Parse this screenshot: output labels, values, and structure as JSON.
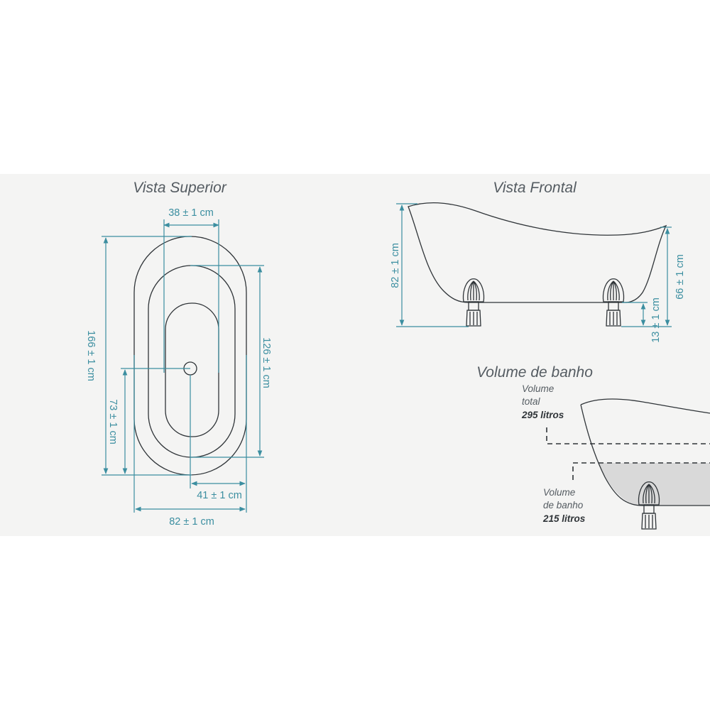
{
  "views": {
    "top": {
      "title": "Vista Superior",
      "dim_width_drain_offset": "38 ± 1 cm",
      "dim_total_length": "166 ± 1 cm",
      "dim_inner_length": "126 ± 1 cm",
      "dim_drain_from_end": "73 ± 1 cm",
      "dim_inner_half_width": "41 ± 1 cm",
      "dim_total_width": "82 ± 1 cm"
    },
    "front": {
      "title": "Vista Frontal",
      "dim_total_height": "82 ± 1 cm",
      "dim_low_end_height": "66 ± 1 cm",
      "dim_foot_height": "13 ± 1 cm"
    },
    "volume": {
      "title": "Volume de banho",
      "total_label_line1": "Volume",
      "total_label_line2": "total",
      "total_value": "295 litros",
      "bath_label_line1": "Volume",
      "bath_label_line2": "de banho",
      "bath_value": "215 litros"
    }
  },
  "colors": {
    "panel_bg": "#f4f4f3",
    "dimension": "#3b8ea0",
    "outline": "#2f3438",
    "water_fill": "#d9d9d9"
  }
}
